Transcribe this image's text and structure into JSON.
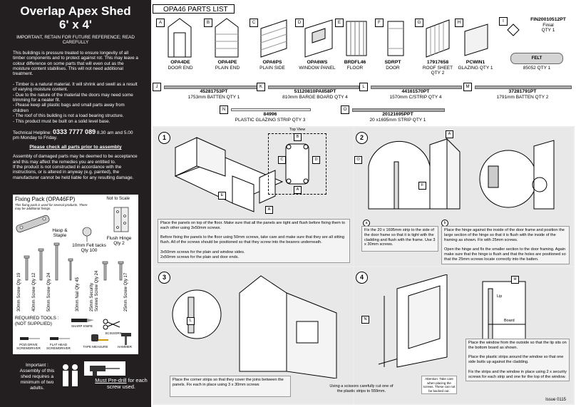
{
  "left": {
    "title_line1": "Overlap Apex Shed",
    "title_line2": "6' x 4'",
    "retain": "IMPORTANT, RETAIN FOR FUTURE REFERENCE; READ CAREFULLY",
    "intro": "This buildings is pressure treated to ensure longevity of all timber components and to protect against rot. This may leave a colour difference on some parts that will even out as the moisture content stabilises. This will not need additional treatment.",
    "bullets": "- Timber is a natural material. It will shrink and swell as a result of varying moisture content.\n- Due to the nature of the material the doors may need some trimming for a neater fit.\n- Please keep all plastic bags and small parts away from children\n- The roof of this building is not a load bearing structure.\n- This product must be built on a solid level base.",
    "hotline_prefix": "Technical Helpline:",
    "hotline_number": "0333 7777 089",
    "hotline_suffix": "8.30 am and 5.00 pm  Monday to Friday.",
    "check_all": "Please check all parts prior to assembly",
    "damage": "Assembly of damaged parts may be deemed to be acceptance and this may affect the remedies you are entitled to.\nIf the product is not constructed in accordance with the instructions, or is altered in anyway (e.g. painted), the manufacturer cannot be held liable for any resulting damage.",
    "fixing_title": "Fixing Pack (OPA46FP)",
    "fixing_sub": "This fixing pack is used for several products. There may be additional fixings.",
    "not_to_scale": "Not to Scale",
    "hasp": "Hasp & Staple",
    "felt_tacks": "10mm Felt tacks Qty 100",
    "flush_hinge": "Flush Hinge Qty 2",
    "screws": [
      "30mm Screw Qty 19",
      "40mm Screw Qty 12",
      "50mm Screw Qty 24",
      "30mm Nail Qty 45",
      "25mm Security Screws Screw Qty 24",
      "25mm Screw Qty 17"
    ],
    "tools_title": "REQUIRED TOOLS :\n(NOT SUPPLIED)",
    "tools": [
      "SHARP KNIFE",
      "SCISSORS",
      "POZI DRIVE SCREWDRIVER",
      "FLAT HEAD SCREWDRIVER",
      "TAPE MEASURE",
      "HAMMER"
    ],
    "important": "Important :\nAssembly of this shed requires a minimum of two adults.",
    "must_predrill": "Must Pre-drill",
    "for_each": "for each screw used."
  },
  "parts": {
    "title": "OPA46 PARTS LIST",
    "items": [
      {
        "letter": "A",
        "code": "OPA4DE",
        "name": "DOOR END"
      },
      {
        "letter": "B",
        "code": "OPA4PE",
        "name": "PLAIN END"
      },
      {
        "letter": "C",
        "code": "OPA6PS",
        "name": "PLAIN SIDE"
      },
      {
        "letter": "D",
        "code": "OPA6WS",
        "name": "WINDOW PANEL"
      },
      {
        "letter": "E",
        "code": "BRDFL46",
        "name": "FLOOR"
      },
      {
        "letter": "F",
        "code": "SDRPT",
        "name": "DOOR"
      },
      {
        "letter": "G",
        "code": "17917658",
        "name": "ROOF SHEET QTY 2"
      },
      {
        "letter": "H",
        "code": "PCWIN1",
        "name": "GLAZING QTY 1"
      }
    ],
    "finial": {
      "letter": "I",
      "code": "FIN20010512PT",
      "name": "Finial",
      "qty": "QTY 1"
    },
    "felt": {
      "label": "FELT",
      "code": "85052 QTY 1"
    },
    "battens": [
      {
        "letter": "J",
        "code": "45281753PT",
        "desc": "1753mm BATTEN QTY 1"
      },
      {
        "letter": "K",
        "code": "51120810PAII58PT",
        "desc": "810mm BARGE BOARD QTY 4"
      },
      {
        "letter": "L",
        "code": "44161570PT",
        "desc": "1570mm C/STRIP QTY 4"
      },
      {
        "letter": "M",
        "code": "37281791PT",
        "desc": "1791mm BATTEN QTY 2"
      },
      {
        "letter": "N",
        "code": "84996",
        "desc": "PLASTIC GLAZING STRIP QTY 3"
      },
      {
        "letter": "O",
        "code": "20121695PPT",
        "desc": "20 x1695mm STRIP QTY 1"
      }
    ]
  },
  "steps": {
    "s1": {
      "num": "1",
      "top_view": "Top View",
      "text": "Place the panels on top of the floor. Make sure that all the panels are tight and flush before fixing them to each other using 3x50mm screws.\n\nBefore fixing the panels to the floor using 50mm screws, take care and make sure that they are all sitting flush. All of the screws should be positioned so that they screw into the bearers underneath.\n\n3x50mm screws for the plain and window sides.\n2x50mm screws for the plain and door ends."
    },
    "s2": {
      "num": "2",
      "a_label": "a",
      "a_text": "Fix the 20 x 1695mm strip to the side of the door frame so that it is tight with the cladding and flush with the frame. Use 3 x 30mm screws.",
      "b_label": "b",
      "b_text": "Place the hinge against the inside of the door frame and position the large section of the hinge so that it is flush with the inside of the framing as shown. Fix with 25mm screws.\n\nOpen the hinge and fix the smaller section to the door framing. Again make sure that the hinge is flush and that the holes are positioned so that the 25mm screws locate correctly into the batten."
    },
    "s3": {
      "num": "3",
      "text": "Place the corner strips so that they cover the joins between the panels. Fix each in place using 3 x 30mm screws"
    },
    "s4": {
      "num": "4",
      "lip": "Lip",
      "board": "Board",
      "cut_text": "Using a scissors carefully cut one of the plastic strips to 559mm.",
      "attention": "Attention: Take care when placing the screws. These can not be backed out.",
      "text": "Place the window from the outside so that the lip sits on the bottom board as shown.\n\nPlace the plastic strips around the window so that one side butts up against the cladding.\n\nFix the strips and the window in place using 2 x security screws for each strip and one for the top of the window."
    },
    "issue": "Issue 0115"
  },
  "colors": {
    "dark_panel": "#231f20",
    "step_bg": "#e8e8e8"
  }
}
